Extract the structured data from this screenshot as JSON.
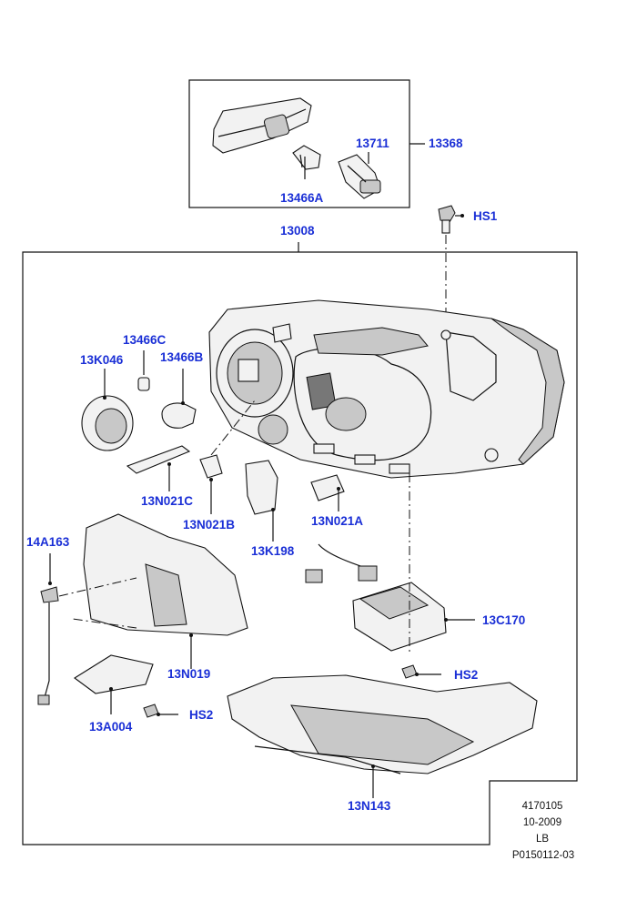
{
  "colors": {
    "callout": "#1a2fd6",
    "line": "#111111",
    "part_fill": "#f2f2f2",
    "part_shade": "#bfbfbf"
  },
  "callouts": {
    "p13368": "13368",
    "p13711": "13711",
    "p13466A": "13466A",
    "hs1": "HS1",
    "p13008": "13008",
    "p13466C": "13466C",
    "p13K046": "13K046",
    "p13466B": "13466B",
    "p13N021C": "13N021C",
    "p13N021B": "13N021B",
    "p13N021A": "13N021A",
    "p13K198": "13K198",
    "p14A163": "14A163",
    "p13C170": "13C170",
    "hs2_right": "HS2",
    "p13N019": "13N019",
    "hs2_left": "HS2",
    "p13A004": "13A004",
    "p13N143": "13N143"
  },
  "reference": {
    "drawing_no": "4170105",
    "date": "10-2009",
    "region": "LB",
    "part_ref": "P0150112-03"
  },
  "icons": [
    "bulb-icon",
    "screw-icon",
    "connector-icon"
  ]
}
